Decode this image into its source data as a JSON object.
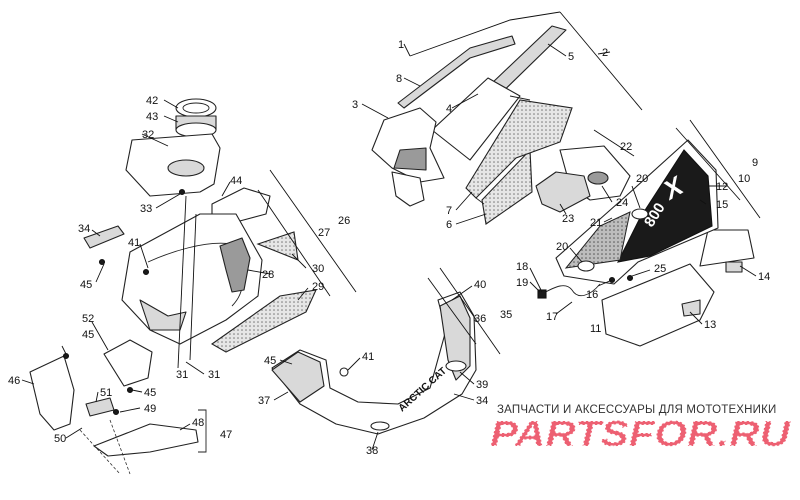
{
  "diagram": {
    "type": "exploded-parts-diagram",
    "callouts": [
      "1",
      "2",
      "3",
      "4",
      "5",
      "6",
      "7",
      "8",
      "9",
      "10",
      "11",
      "12",
      "13",
      "14",
      "15",
      "16",
      "17",
      "18",
      "19",
      "20",
      "20",
      "21",
      "22",
      "23",
      "24",
      "25",
      "26",
      "27",
      "28",
      "29",
      "30",
      "31",
      "31",
      "32",
      "33",
      "34",
      "34",
      "35",
      "36",
      "37",
      "38",
      "39",
      "40",
      "41",
      "41",
      "42",
      "43",
      "44",
      "45",
      "45",
      "45",
      "45",
      "46",
      "47",
      "48",
      "49",
      "50",
      "51",
      "52"
    ],
    "hood_decal_text": "800",
    "belly_pan_text": "ARCTIC CAT"
  },
  "watermark": {
    "tagline": "ЗАПЧАСТИ И АКСЕССУАРЫ ДЛЯ МОТОТЕХНИКИ",
    "logo_text": "PARTSFOR.RU",
    "logo_color": "#e8334a"
  }
}
